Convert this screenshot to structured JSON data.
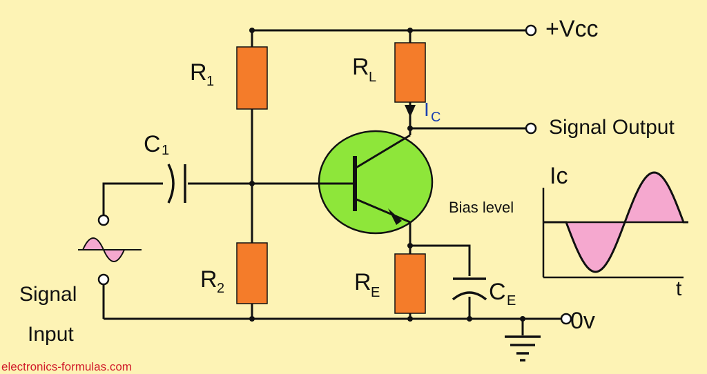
{
  "labels": {
    "vcc": "+Vcc",
    "signal_output": "Signal Output",
    "signal_input_line1": "Signal",
    "signal_input_line2": "Input",
    "zero_volt": "0v",
    "bias_level": "Bias level",
    "ic_axis_main": "Ic",
    "t_axis": "t",
    "ic_arrow_main": "I",
    "ic_arrow_sub": "C",
    "r1_main": "R",
    "r1_sub": "1",
    "r2_main": "R",
    "r2_sub": "2",
    "rl_main": "R",
    "rl_sub": "L",
    "re_main": "R",
    "re_sub": "E",
    "c1_main": "C",
    "c1_sub": "1",
    "ce_main": "C",
    "ce_sub": "E"
  },
  "watermark": "electronics-formulas.com",
  "colors": {
    "background": "#fdf3b5",
    "resistor": "#f47c2a",
    "transistor": "#8ee63a",
    "wave_fill": "#f5a8cf",
    "current_label": "#1a3fb0",
    "watermark": "#d11a2a"
  }
}
